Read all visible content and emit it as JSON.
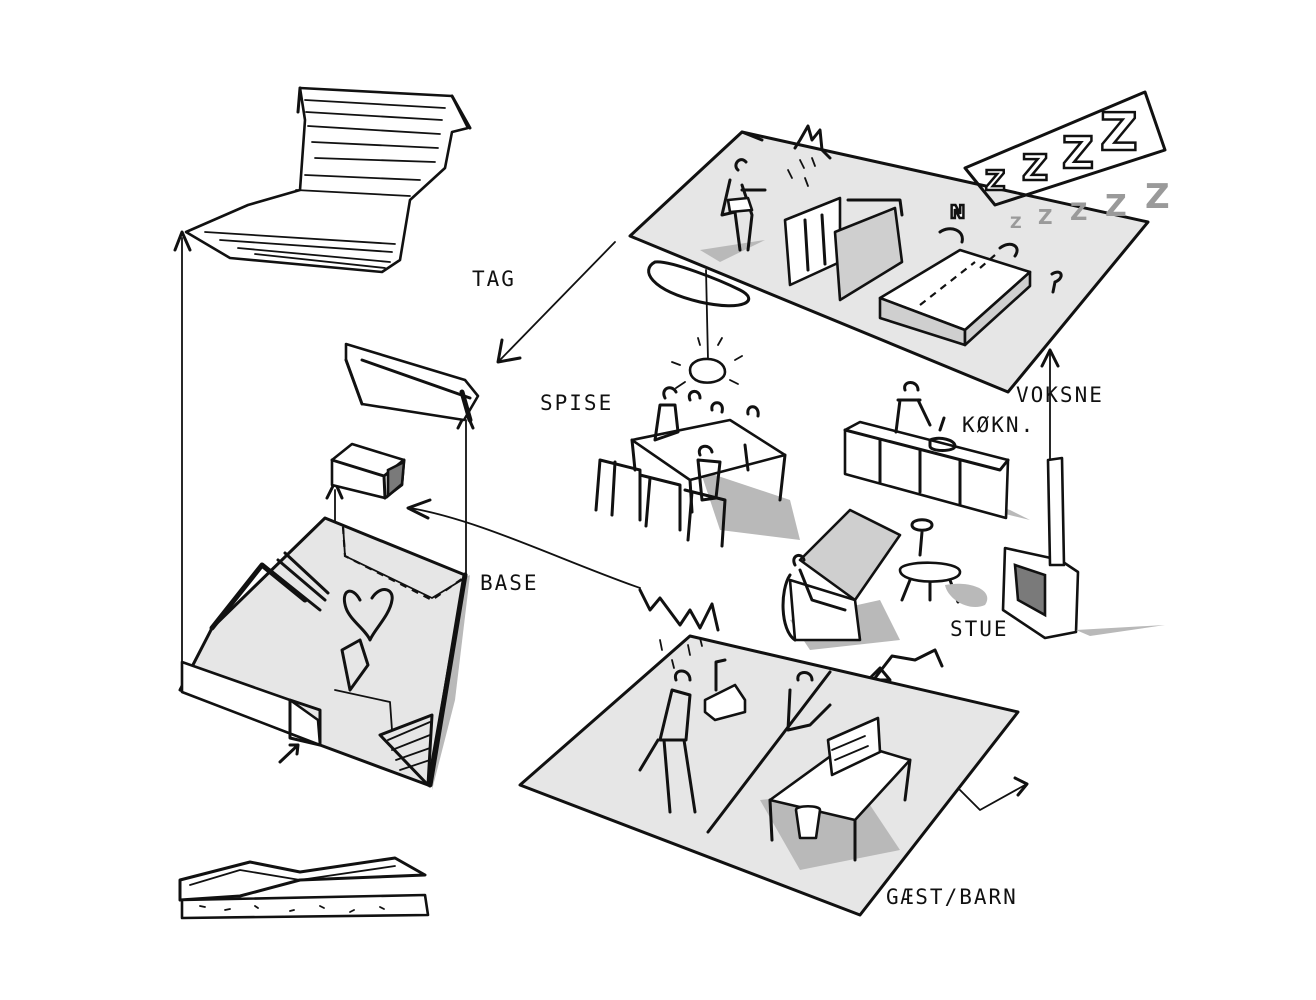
{
  "labels": {
    "tag": "TAG",
    "base": "BASE",
    "spise": "SPISE",
    "voksne": "VOKSNE",
    "kokken": "KØKN.",
    "stue": "STUE",
    "gaest_barn": "GÆST/BARN"
  },
  "sleep_text": {
    "big_z": "Z",
    "small_z": "N"
  },
  "colors": {
    "ink": "#111111",
    "floor": "#e6e6e6",
    "shadow": "#b9b9b9",
    "background": "#ffffff"
  }
}
